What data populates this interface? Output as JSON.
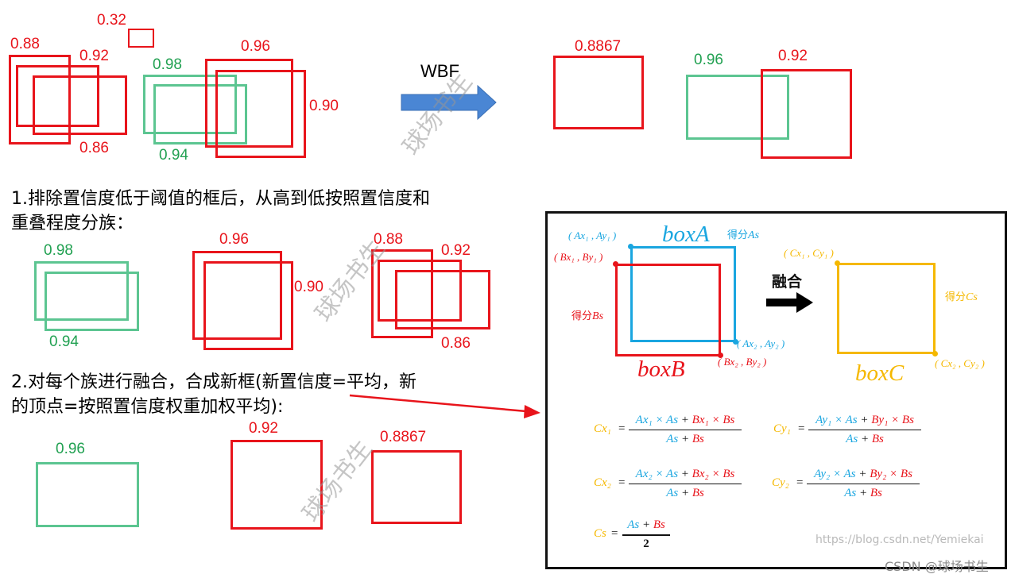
{
  "top": {
    "labels": {
      "s032": "0.32",
      "s088": "0.88",
      "s092": "0.92",
      "s086": "0.86",
      "s098": "0.98",
      "s094": "0.94",
      "s096": "0.96",
      "s090": "0.90"
    },
    "wbf_label": "WBF",
    "result": {
      "s08867": "0.8867",
      "s096": "0.96",
      "s092": "0.92"
    }
  },
  "step1": {
    "line1": "1.排除置信度低于阈值的框后，从高到低按照置信度和",
    "line2": "重叠程度分族：",
    "labels": {
      "s098": "0.98",
      "s094": "0.94",
      "s096": "0.96",
      "s090": "0.90",
      "s088": "0.88",
      "s092": "0.92",
      "s086": "0.86"
    }
  },
  "step2": {
    "line1": "2.对每个族进行融合，合成新框(新置信度=平均，新",
    "line2": "的顶点=按照置信度权重加权平均):",
    "labels": {
      "s096": "0.96",
      "s092": "0.92",
      "s08867": "0.8867"
    }
  },
  "watermark": "球场书生",
  "panel": {
    "boxA": "boxA",
    "boxB": "boxB",
    "boxC": "boxC",
    "scoreA_text": "得分",
    "scoreA_var": "As",
    "scoreB_text": "得分",
    "scoreB_var": "Bs",
    "scoreC_text": "得分",
    "scoreC_var": "Cs",
    "fuse_label": "融合",
    "pA1": "( Ax₁ , Ay₁ )",
    "pB1": "( Bx₁ , By₁ )",
    "pA2": "( Ax₂ , Ay₂ )",
    "pB2": "( Bx₂ , By₂ )",
    "pC1": "( Cx₁ , Cy₁ )",
    "pC2": "( Cx₂ , Cy₂ )",
    "formulas": {
      "cx1_lhs": "Cx₁",
      "cx1_a": "Ax₁ × As",
      "cx1_b": "Bx₁ × Bs",
      "cx1_den": "As + Bs",
      "cy1_lhs": "Cy₁",
      "cy1_a": "Ay₁ × As",
      "cy1_b": "By₁ × Bs",
      "cy1_den": "As + Bs",
      "cx2_lhs": "Cx₂",
      "cx2_a": "Ax₂ × As",
      "cx2_b": "Bx₂ × Bs",
      "cx2_den": "As + Bs",
      "cy2_lhs": "Cy₂",
      "cy2_a": "Ay₂ × As",
      "cy2_b": "By₂ × Bs",
      "cy2_den": "As + Bs",
      "cs_lhs": "Cs",
      "cs_a": "As",
      "cs_b": "Bs",
      "cs_den": "2"
    },
    "url": "https://blog.csdn.net/Yemiekai",
    "csdn": "CSDN @球场书生"
  },
  "colors": {
    "red": "#e8141b",
    "green": "#5cc591",
    "blue": "#1aa6e0",
    "yellow": "#f5b800",
    "arrow_blue": "#4a86d4"
  }
}
